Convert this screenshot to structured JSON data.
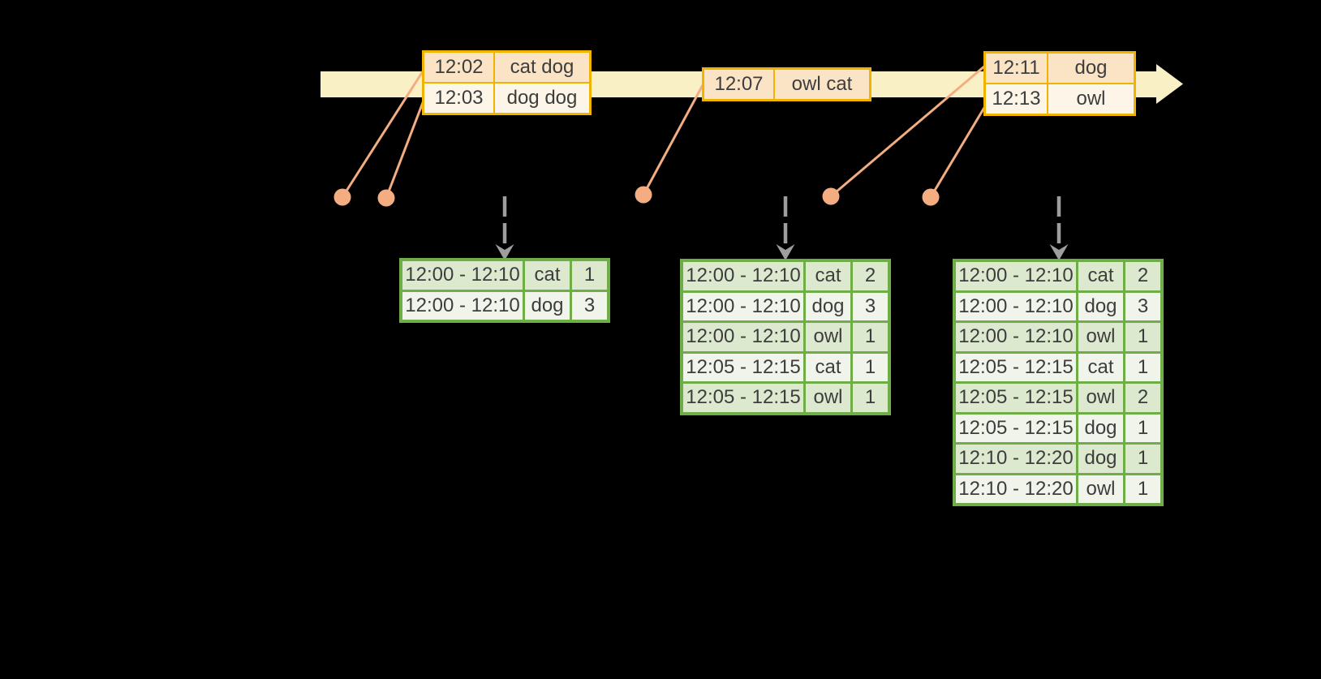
{
  "diagram": {
    "name": "windowed word count over event-time timeline",
    "colors": {
      "background": "#000000",
      "timeline_band": "#faf0c6",
      "event_border": "#f0b400",
      "event_fill_dark": "#fbe3c5",
      "event_fill_light": "#fdf5e8",
      "marker": "#f3ad80",
      "trigger_arrow": "#9e9e9e",
      "result_border": "#6fad47",
      "result_fill_dark": "#dce9cf",
      "result_fill_light": "#f0f4ea",
      "text": "#3d3d3d"
    },
    "timeline_events": [
      {
        "time": "12:02",
        "words": "cat dog"
      },
      {
        "time": "12:03",
        "words": "dog dog"
      },
      {
        "time": "12:07",
        "words": "owl cat"
      },
      {
        "time": "12:11",
        "words": "dog"
      },
      {
        "time": "12:13",
        "words": "owl"
      }
    ],
    "event_boxes": [
      {
        "rows": [
          [
            "12:02",
            "cat dog"
          ],
          [
            "12:03",
            "dog dog"
          ]
        ]
      },
      {
        "rows": [
          [
            "12:07",
            "owl cat"
          ]
        ]
      },
      {
        "rows": [
          [
            "12:11",
            "dog"
          ],
          [
            "12:13",
            "owl"
          ]
        ]
      }
    ],
    "result_tables": [
      {
        "rows": [
          [
            "12:00 - 12:10",
            "cat",
            "1"
          ],
          [
            "12:00 - 12:10",
            "dog",
            "3"
          ]
        ]
      },
      {
        "rows": [
          [
            "12:00 - 12:10",
            "cat",
            "2"
          ],
          [
            "12:00 - 12:10",
            "dog",
            "3"
          ],
          [
            "12:00 - 12:10",
            "owl",
            "1"
          ],
          [
            "12:05 - 12:15",
            "cat",
            "1"
          ],
          [
            "12:05 - 12:15",
            "owl",
            "1"
          ]
        ]
      },
      {
        "rows": [
          [
            "12:00 - 12:10",
            "cat",
            "2"
          ],
          [
            "12:00 - 12:10",
            "dog",
            "3"
          ],
          [
            "12:00 - 12:10",
            "owl",
            "1"
          ],
          [
            "12:05 - 12:15",
            "cat",
            "1"
          ],
          [
            "12:05 - 12:15",
            "owl",
            "2"
          ],
          [
            "12:05 - 12:15",
            "dog",
            "1"
          ],
          [
            "12:10 - 12:20",
            "dog",
            "1"
          ],
          [
            "12:10 - 12:20",
            "owl",
            "1"
          ]
        ]
      }
    ]
  }
}
